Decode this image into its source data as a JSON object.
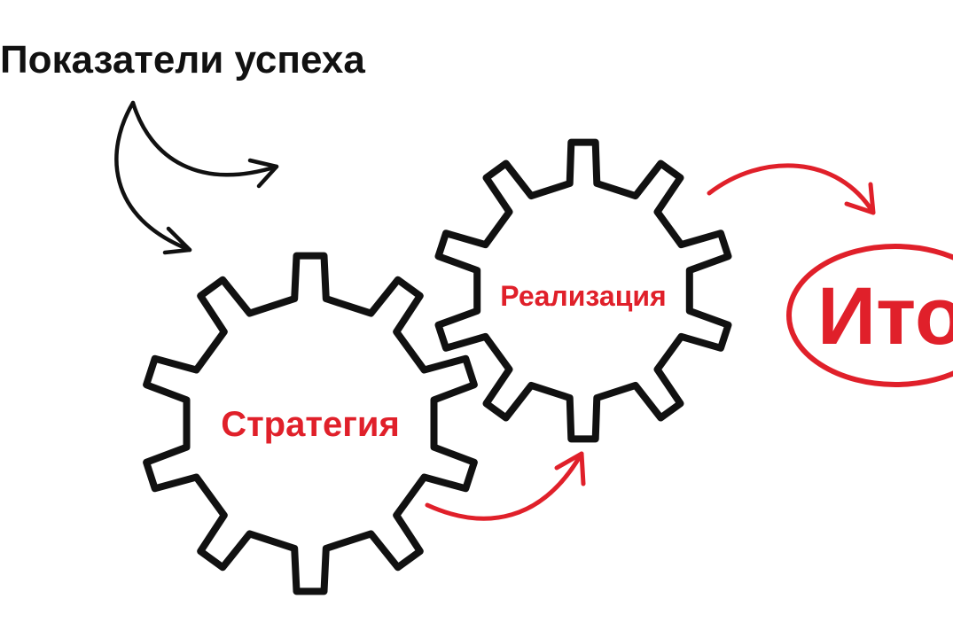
{
  "title": "Показатели успеха",
  "gears": {
    "strategy": {
      "label": "Стратегия"
    },
    "implementation": {
      "label": "Реализация"
    }
  },
  "result": {
    "label": "Ито"
  },
  "colors": {
    "accent": "#e0202a",
    "ink": "#111111",
    "background": "#ffffff"
  },
  "icons": [
    "gear-icon",
    "curved-arrow-icon"
  ]
}
